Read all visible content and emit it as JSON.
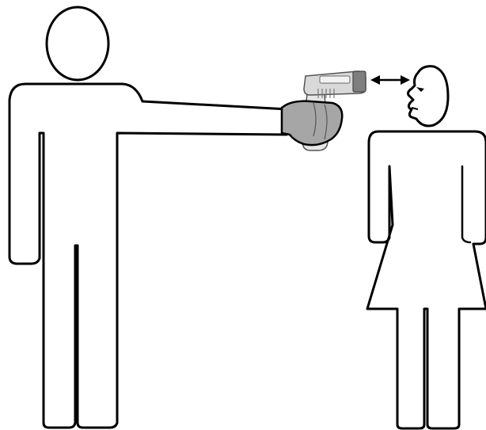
{
  "colors": {
    "background": "#ffffff",
    "outline": "#000000",
    "glove": "#a6a6a6",
    "thermometer_body": "#d9d9d9",
    "thermometer_dark": "#7f7f7f",
    "thermometer_light": "#f2f2f2"
  },
  "elements": {
    "man_figure": "man-figure",
    "woman_figure": "woman-figure",
    "thermometer": "infrared-thermometer",
    "distance_arrow": "double-arrow-icon"
  }
}
